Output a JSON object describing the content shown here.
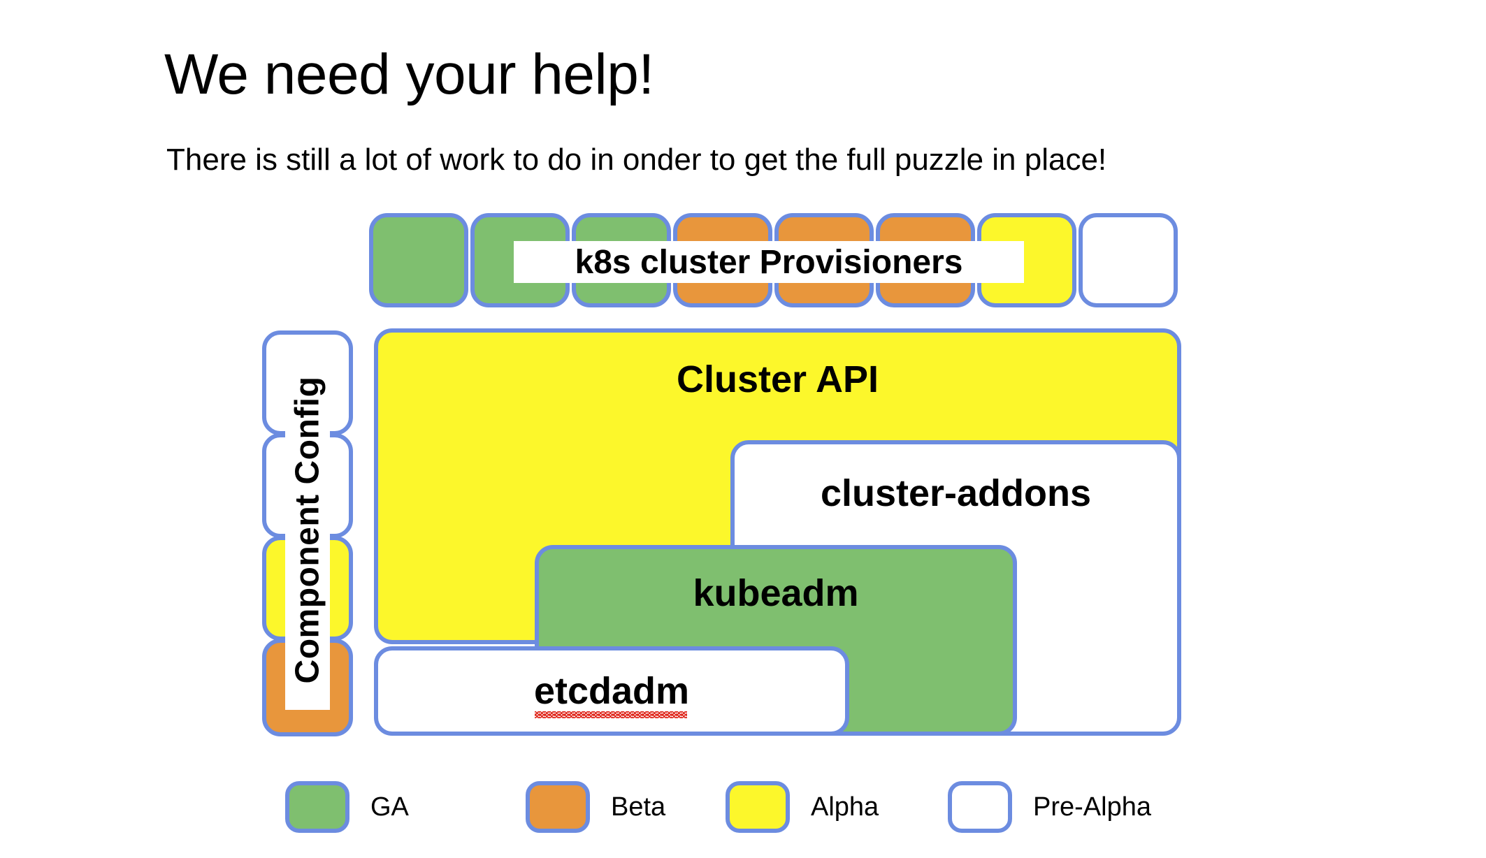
{
  "slide": {
    "title": "We need your help!",
    "subtitle": "There is still a lot of work to do in onder to get the full puzzle in place!"
  },
  "provisioners": {
    "label": "k8s cluster Provisioners",
    "tiles": [
      {
        "name": "tile-1",
        "status": "GA"
      },
      {
        "name": "tile-2",
        "status": "GA"
      },
      {
        "name": "tile-3",
        "status": "GA"
      },
      {
        "name": "tile-4",
        "status": "Beta"
      },
      {
        "name": "tile-5",
        "status": "Beta"
      },
      {
        "name": "tile-6",
        "status": "Beta"
      },
      {
        "name": "tile-7",
        "status": "Alpha"
      },
      {
        "name": "tile-8",
        "status": "Pre-Alpha"
      }
    ]
  },
  "component_config": {
    "label": "Component Config",
    "tiles": [
      {
        "name": "cc-tile-1",
        "status": "Pre-Alpha"
      },
      {
        "name": "cc-tile-2",
        "status": "Pre-Alpha"
      },
      {
        "name": "cc-tile-3",
        "status": "Alpha"
      },
      {
        "name": "cc-tile-4",
        "status": "Beta"
      }
    ]
  },
  "puzzle": {
    "cluster_api": {
      "label": "Cluster API",
      "status": "Alpha"
    },
    "cluster_addons": {
      "label": "cluster-addons",
      "status": "Pre-Alpha"
    },
    "kubeadm": {
      "label": "kubeadm",
      "status": "GA"
    },
    "etcdadm": {
      "label": "etcdadm",
      "status": "Pre-Alpha",
      "misspelled": true
    }
  },
  "legend": {
    "items": [
      {
        "label": "GA",
        "color": "#7fbf6f"
      },
      {
        "label": "Beta",
        "color": "#e8963c"
      },
      {
        "label": "Alpha",
        "color": "#fcf72b"
      },
      {
        "label": "Pre-Alpha",
        "color": "#ffffff"
      }
    ]
  },
  "colors": {
    "border": "#6c8ce0",
    "ga": "#7fbf6f",
    "beta": "#e8963c",
    "alpha": "#fcf72b",
    "prealpha": "#ffffff",
    "spellcheck": "#e02b20"
  }
}
